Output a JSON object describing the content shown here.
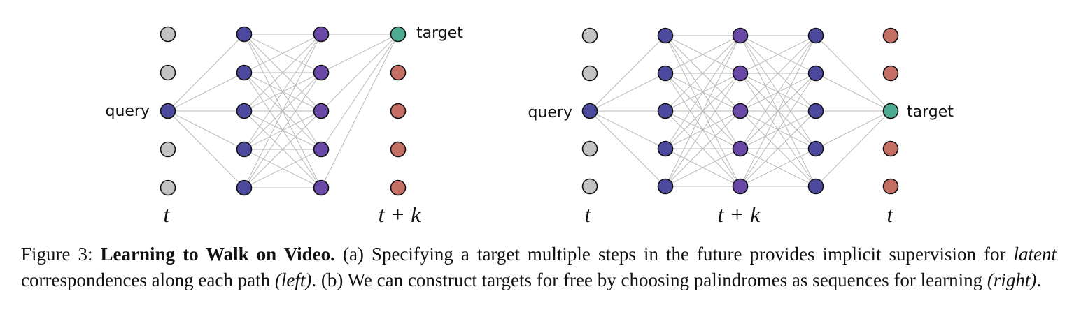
{
  "figure": {
    "colors": {
      "edge": "#b8b8b8",
      "gray": "#c3c3c3",
      "blue": "#4b4a9e",
      "purple": "#6a48a8",
      "target": "#4dab92",
      "red": "#c46e64",
      "outline": "#111111"
    },
    "left": {
      "query_label": "query",
      "target_label": "target",
      "time_labels": [
        "t",
        "t + k"
      ],
      "columns": [
        {
          "colors": [
            "gray",
            "gray",
            "blue",
            "gray",
            "gray"
          ]
        },
        {
          "colors": [
            "blue",
            "blue",
            "blue",
            "blue",
            "blue"
          ]
        },
        {
          "colors": [
            "purple",
            "purple",
            "purple",
            "purple",
            "purple"
          ]
        },
        {
          "colors": [
            "target",
            "red",
            "red",
            "red",
            "red"
          ]
        }
      ]
    },
    "right": {
      "query_label": "query",
      "target_label": "target",
      "time_labels": [
        "t",
        "t + k",
        "t"
      ],
      "columns": [
        {
          "colors": [
            "gray",
            "gray",
            "blue",
            "gray",
            "gray"
          ]
        },
        {
          "colors": [
            "blue",
            "blue",
            "blue",
            "blue",
            "blue"
          ]
        },
        {
          "colors": [
            "purple",
            "purple",
            "purple",
            "purple",
            "purple"
          ]
        },
        {
          "colors": [
            "blue",
            "blue",
            "blue",
            "blue",
            "blue"
          ]
        },
        {
          "colors": [
            "red",
            "red",
            "target",
            "red",
            "red"
          ]
        }
      ]
    }
  },
  "caption": {
    "figure_label": "Figure 3:",
    "title": "Learning to Walk on Video.",
    "part1": " (a) Specifying a target multiple steps in the future provides implicit supervision for ",
    "latent": "latent",
    "part2": " correspondences along each path ",
    "left_tag": "(left)",
    "part3": ". (b) We can construct targets for free by choosing palindromes as sequences for learning ",
    "right_tag": "(right)",
    "part4": "."
  }
}
